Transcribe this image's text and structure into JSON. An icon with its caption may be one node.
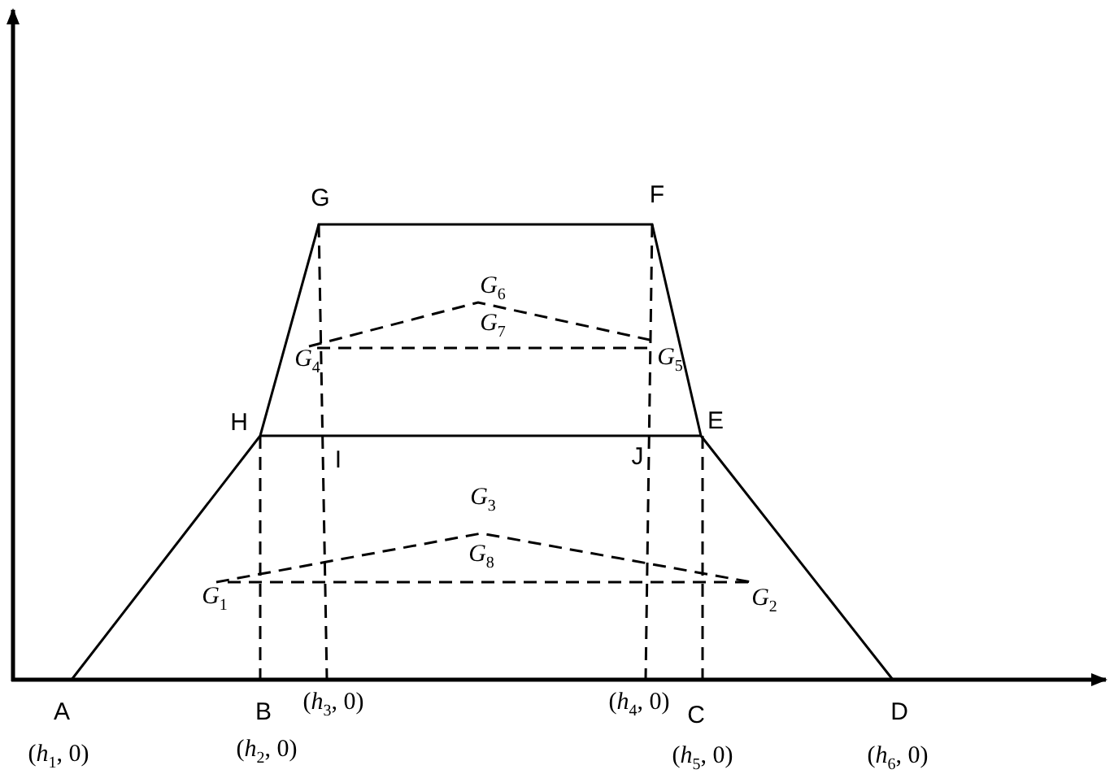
{
  "diagram": {
    "labels": [
      "G",
      "F",
      "*G*$_{6}$",
      "*G*$_{7}$",
      "*G*$_{4}$",
      "*G*$_{5}$",
      "H",
      "I",
      "J",
      "E",
      "*G*$_{3}$",
      "*G*$_{8}$",
      "*G*$_{1}$",
      "*G*$_{2}$",
      "A",
      "B",
      "(*h*$_{3}$, 0)",
      "(*h*$_{4}$, 0)",
      "C",
      "D",
      "(*h*$_{1}$, 0)",
      "(*h*$_{2}$, 0)",
      "(*h*$_{5}$, 0)",
      "(*h*$_{6}$, 0)"
    ]
  }
}
